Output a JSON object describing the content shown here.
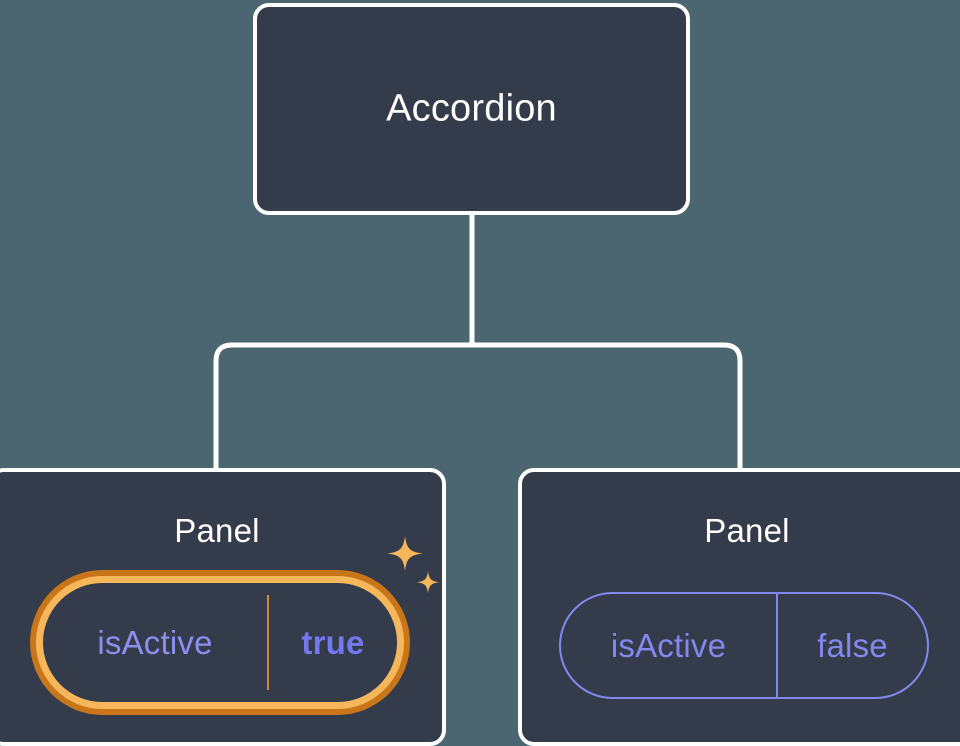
{
  "diagram": {
    "type": "component-tree",
    "title_node": {
      "label": "Accordion"
    },
    "children": [
      {
        "label": "Panel",
        "highlighted": true,
        "prop": {
          "key": "isActive",
          "value": "true"
        },
        "decoration": "sparkles-icon"
      },
      {
        "label": "Panel",
        "highlighted": false,
        "prop": {
          "key": "isActive",
          "value": "false"
        }
      }
    ],
    "colors": {
      "background": "#4c6671",
      "card_fill": "#343b4a",
      "card_border": "#ffffff",
      "connector": "#ffffff",
      "pill_border_inactive": "#8488ee",
      "pill_text_inactive": "#8488ee",
      "pill_ring_inner": "#f6b75b",
      "pill_ring_outer": "#c9761a",
      "pill_text_key_active": "#8d8ff0",
      "pill_text_value_active": "#7478ef",
      "sparkle": "#f6b75b"
    }
  }
}
